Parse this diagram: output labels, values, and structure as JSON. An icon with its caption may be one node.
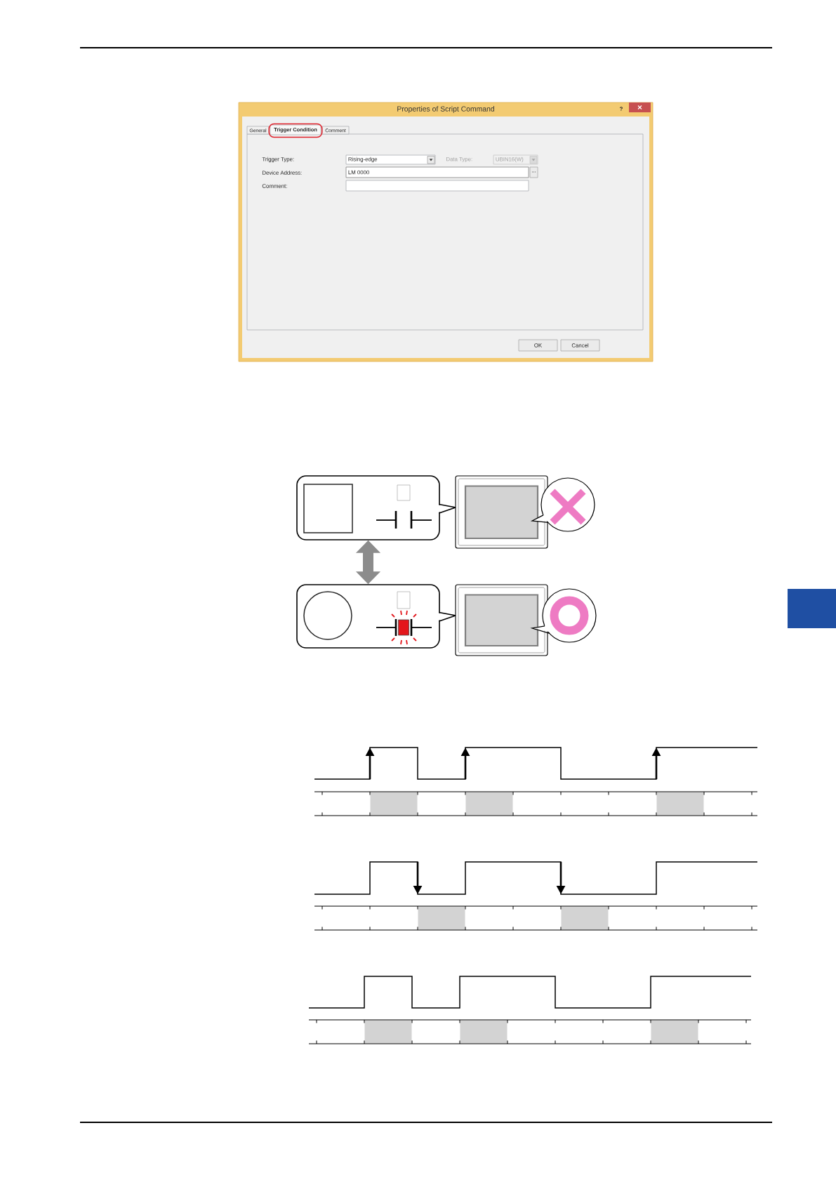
{
  "diagram": {
    "nodes": [
      {
        "text": [],
        "shape": "box"
      },
      {
        "text": [],
        "shape": "box"
      }
    ],
    "edges": [
      {
        "from": 0,
        "to": 1,
        "arrow": "both",
        "color": "#8c8c8c"
      }
    ],
    "labels": [
      "Properties of Script Command",
      "?",
      "General",
      "Trigger Condition",
      "Comment",
      "Trigger Type:",
      "Rising-edge",
      "Data Type:",
      "UBIN16(W)",
      "Device Address:",
      "LM 0000",
      "...",
      "Comment:",
      "OK",
      "Cancel"
    ]
  }
}
